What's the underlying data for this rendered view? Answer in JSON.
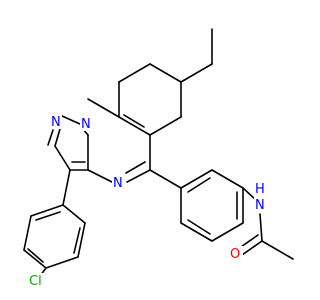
{
  "molecule": {
    "colors": {
      "bond": "#000000",
      "N": "#0000ff",
      "O": "#ff0000",
      "Cl": "#00aa00",
      "C": "#000000",
      "background": "#ffffff"
    },
    "labels": {
      "n_pyrazole1": "N",
      "n_pyrazole2": "N",
      "n_pyrimidine": "N",
      "nh": "N",
      "h": "H",
      "o": "O",
      "cl": "Cl"
    }
  }
}
